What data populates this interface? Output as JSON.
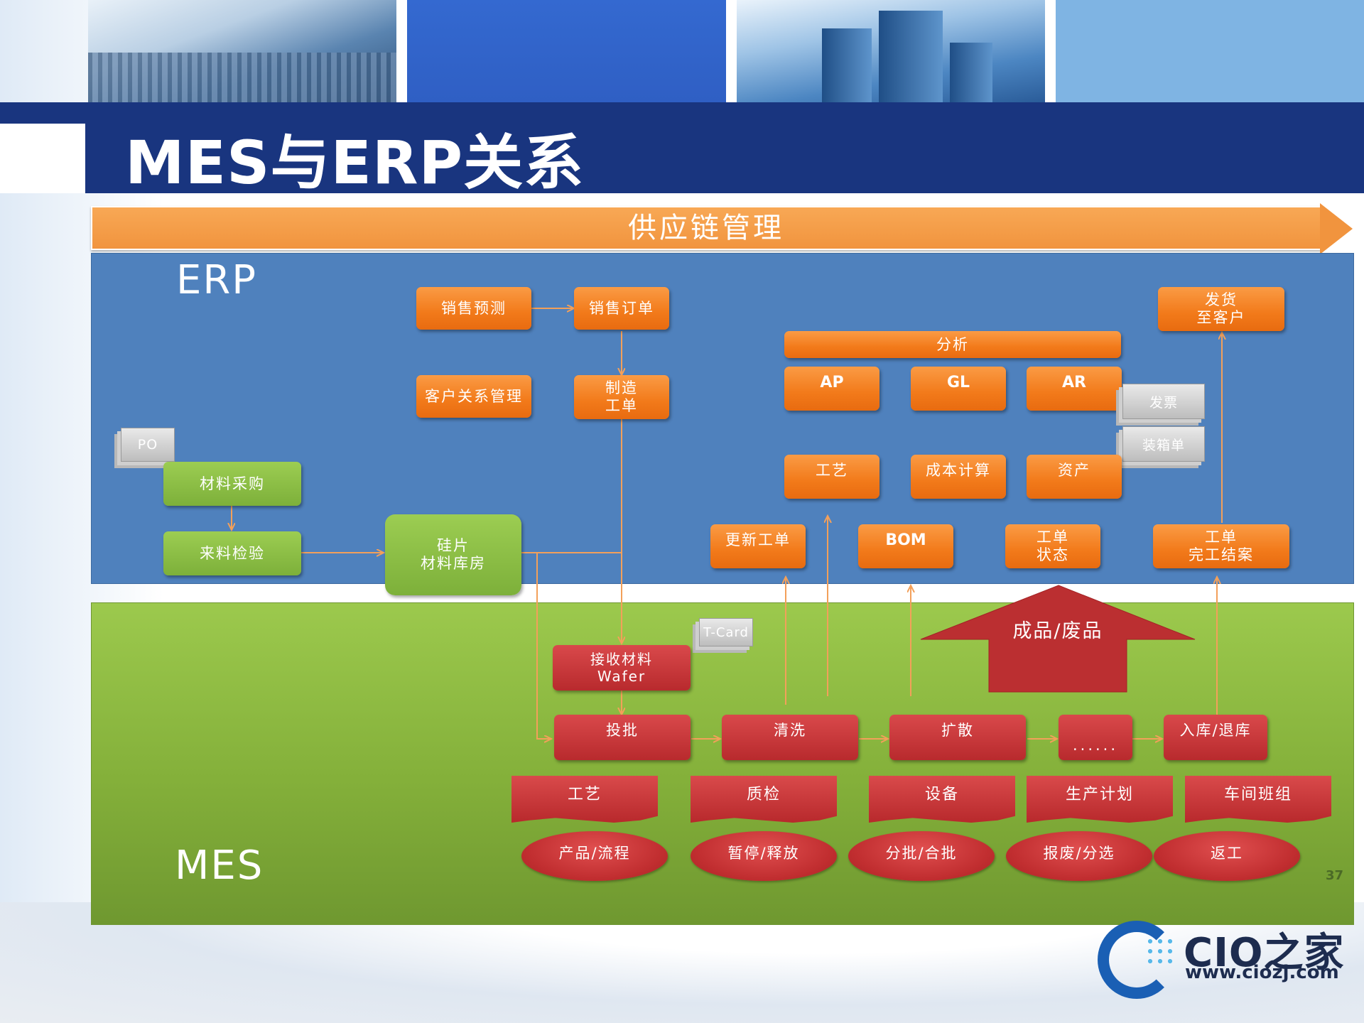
{
  "title": "MES与ERP关系",
  "scm_bar": "供应链管理",
  "panels": {
    "erp": "ERP",
    "mes": "MES"
  },
  "erp": {
    "sales_forecast": "销售预测",
    "sales_order": "销售订单",
    "crm": "客户关系管理",
    "mfg_order": "制造\n工单",
    "po_doc": "PO",
    "material_purchase": "材料采购",
    "incoming_inspection": "来料检验",
    "wafer_storage": "硅片\n材料库房",
    "ship_to_customer": "发货\n至客户",
    "analysis": "分析",
    "ap": "AP",
    "gl": "GL",
    "ar": "AR",
    "invoice_doc": "发票",
    "packing_list_doc": "装箱单",
    "process": "工艺",
    "costing": "成本计算",
    "assets": "资产",
    "update_order": "更新工单",
    "bom": "BOM",
    "order_status": "工单\n状态",
    "order_close": "工单\n完工结案"
  },
  "mes": {
    "tcard_doc": "T-Card",
    "receive_material": "接收材料\nWafer",
    "finished_scrap": "成品/废品",
    "flow_steps": [
      "投批",
      "清洗",
      "扩散",
      "......",
      "入库/退库"
    ],
    "modules": [
      "工艺",
      "质检",
      "设备",
      "生产计划",
      "车间班组"
    ],
    "functions": [
      "产品/流程",
      "暂停/释放",
      "分批/合批",
      "报废/分选",
      "返工"
    ]
  },
  "logo": {
    "name": "CIO之家",
    "url": "www.ciozj.com"
  },
  "page_number": "37",
  "colors": {
    "title_bar": "#19357f",
    "erp_panel": "#4f81bd",
    "mes_panel": "#8dbb42",
    "orange_box": "#f27a1a",
    "green_box": "#7db03a",
    "red_box": "#b82a2d",
    "connector": "#f3a05a"
  }
}
